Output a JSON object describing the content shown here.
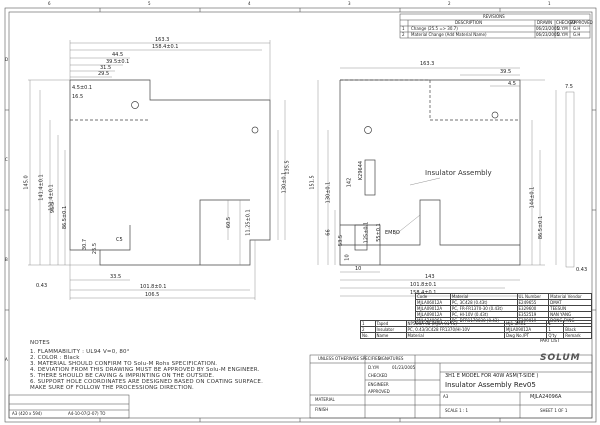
{
  "frame": {
    "top_ruler": [
      "6",
      "5",
      "4",
      "3",
      "2",
      "1"
    ],
    "side_ruler": [
      "D",
      "C",
      "B",
      "A"
    ]
  },
  "revisions": {
    "title": "REVISIONS",
    "headers": [
      "",
      "DESCRIPTION",
      "DRAWN",
      "CHECKED",
      "APPROVED"
    ],
    "rows": [
      {
        "mark": "1",
        "desc": "Change (25.5 => 30.7)",
        "date": "06/23/2005",
        "drawn": "D.Y.M",
        "chk": "G.H"
      },
      {
        "mark": "2",
        "desc": "Material Change (Add Material Name)",
        "date": "06/23/2005",
        "drawn": "D.Y.M",
        "chk": "G.H"
      }
    ]
  },
  "left_view": {
    "dims_top": [
      "163.3",
      "158.4±0.1",
      "44.5",
      "39.5±0.1",
      "31.5",
      "29.5",
      "4.5±0.1",
      "16.5"
    ],
    "dims_left": [
      "145.0",
      "141.4±0.1",
      "111.4±0.1",
      "95.5",
      "86.5±0.1",
      "30.7",
      "25.5",
      "0.43"
    ],
    "dims_bottom": [
      "33.5",
      "101.8±0.1",
      "106.5"
    ],
    "dims_right": [
      "11.25±0.1",
      "60.5",
      "130±0.1",
      "135.5"
    ],
    "label_c": "C5"
  },
  "right_view": {
    "dims_top": [
      "163.3",
      "39.5",
      "4.5"
    ],
    "dims_left": [
      "151.5",
      "130±0.1",
      "66",
      "53.5",
      "10",
      "142",
      "125±0.1",
      "55±0.1"
    ],
    "dims_bottom": [
      "10",
      "143",
      "101.8±0.1",
      "158.4±0.1"
    ],
    "dims_right": [
      "144±0.1",
      "86.5±0.1",
      "0.43",
      "7.5"
    ],
    "callout": "Insulator Assembly",
    "emboss": "EMBO",
    "part_no_text": "K29644"
  },
  "materials": {
    "headers": [
      "Code",
      "Material",
      "UL Number",
      "Material Vendor"
    ],
    "rows": [
      [
        "MJLA06012A",
        "PC, 3C428 (0.43t)",
        "E249655",
        "DMAT"
      ],
      [
        "MJLA09012A",
        "PC, FR-FR1370-30 (0.43t)",
        "E329600",
        "TEESUN"
      ],
      [
        "MJLA09012A",
        "PC, HI-10V (0.43t)",
        "E352519",
        "NAN YANG"
      ],
      [
        "MJLA24096A",
        "PC, DFR1170030 (0.43)",
        "E199019",
        "DONG FANG"
      ]
    ]
  },
  "part_table": {
    "rows": [
      [
        "1",
        "Taped",
        "NPSOSA 98 (MJVA 91 FS)",
        "MJ1-3MR1",
        "1",
        ""
      ],
      [
        "2",
        "Insulator",
        "PC, 0.43/3C428 FR1370/HI-10V",
        "MJLA09012A",
        "1",
        "Black"
      ]
    ],
    "headers": [
      "No.",
      "Name",
      "Material",
      "Dwg No./PT",
      "Q'ty",
      "Remark"
    ],
    "title": "PART LIST"
  },
  "notes": {
    "title": "NOTES",
    "items": [
      "1. FLAMMABILITY : UL94 V=0, 80°",
      "2. COLOR : Black",
      "3. MATERIAL SHOULD CONFIRM TO Solu-M Rohs SPECIFICATION.",
      "4. DEVIATION FROM THIS DRAWING MUST BE APPROVED BY Solu-M ENGINEER.",
      "5. THERE SHOULD BE CAVING & IMPRINTING ON THE OUTSIDE.",
      "6. SUPPORT HOLE COORDINATES ARE DESIGNED BASED ON COATING SURFACE.",
      "   MAKE SURE OF FOLLOW THE PROCESSIONG DIRECTION."
    ]
  },
  "title_block": {
    "company": "SOLUM",
    "model_line": "3H1 E MODEL FOR 40W ASM(T-SIDE )",
    "title": "Insulator Assembly Rev05",
    "dwg_no": "MJLA24096A",
    "scale": "SCALE 1 : 1",
    "sheet": "SHEET 1 OF 1",
    "size": "A3",
    "drawn_by": "D.Y.M",
    "date": "01/23/2005",
    "tolerance_title": "UNLESS OTHERWISE SPECIFIED",
    "sign_title": "SIGNATURES",
    "approved": "APPROVED",
    "checked": "CHECKED",
    "engineer": "ENGINEER",
    "material_label": "MATERIAL",
    "finish_label": "FINISH"
  },
  "bottom_strip": {
    "size_label": "A3 (420 x 594)",
    "file_ref": "A4-10-07(2-07) TO"
  }
}
